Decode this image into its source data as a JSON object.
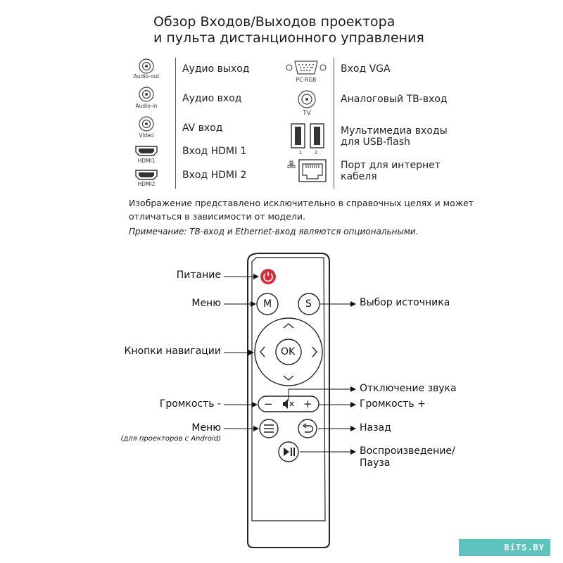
{
  "title": {
    "line1": "Обзор Входов/Выходов проектора",
    "line2": "и пульта дистанционного управления"
  },
  "ports_left": [
    {
      "icon": "rca-jack-icon",
      "caption": "Audio-out",
      "label": "Аудио выход"
    },
    {
      "icon": "rca-jack-icon",
      "caption": "Audio-in",
      "label": "Аудио вход"
    },
    {
      "icon": "rca-jack-icon",
      "caption": "Video",
      "label": "AV вход"
    },
    {
      "icon": "hdmi-port-icon",
      "caption": "HDMI1",
      "label": "Вход HDMI 1"
    },
    {
      "icon": "hdmi-port-icon",
      "caption": "HDMI2",
      "label": "Вход HDMI 2"
    }
  ],
  "ports_right": [
    {
      "icon": "vga-port-icon",
      "caption": "PC-RGB",
      "label": "Вход VGA"
    },
    {
      "icon": "tv-antenna-port-icon",
      "caption": "TV",
      "label": "Аналоговый ТВ-вход"
    },
    {
      "icon": "usb-ports-icon",
      "captions": [
        "1",
        "2"
      ],
      "label_line1": "Мультимедиа входы",
      "label_line2": "для USB-flash"
    },
    {
      "icon": "ethernet-port-icon",
      "label_line1": "Порт для интернет",
      "label_line2": "кабеля"
    }
  ],
  "disclaimer": {
    "line1": "Изображение представлено исключительно в справочных целях и может",
    "line2": "отличаться в зависимости от модели."
  },
  "note": "Примечание: ТВ-вход и Ethernet-вход являются опциональными.",
  "remote": {
    "labels": {
      "power": "Питание",
      "menu": "Меню",
      "source": "Выбор источника",
      "navigation": "Кнопки навигации",
      "mute": "Отключение звука",
      "volume_down": "Громкость -",
      "volume_up": "Громкость +",
      "android_menu": "Меню",
      "android_menu_note": "(для проекторов с Android)",
      "back": "Назад",
      "play_pause_line1": "Воспроизведение/",
      "play_pause_line2": "Пауза"
    },
    "buttons": {
      "menu": "M",
      "source": "S",
      "ok": "OK",
      "volume_minus": "−",
      "volume_plus": "+"
    },
    "colors": {
      "power_button": "#d32f3a",
      "body_outline": "#222222"
    }
  },
  "watermark": "BiTS.BY"
}
